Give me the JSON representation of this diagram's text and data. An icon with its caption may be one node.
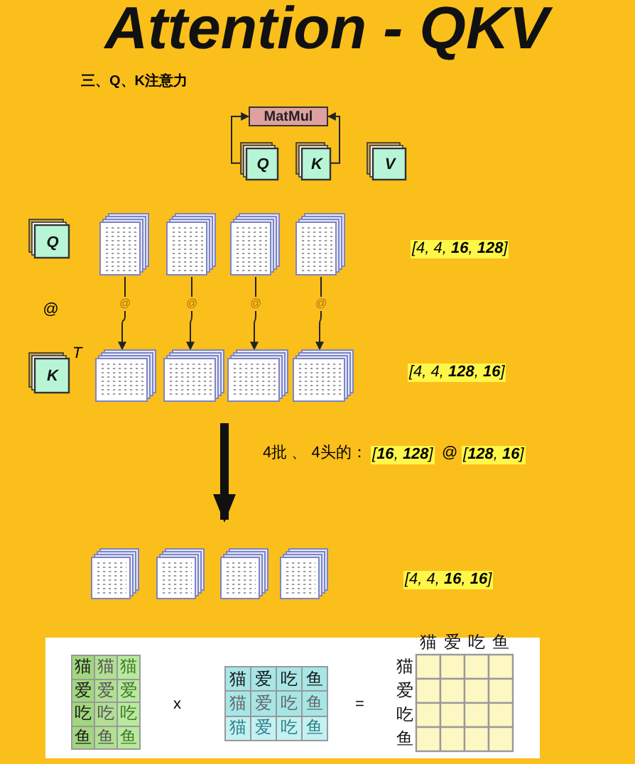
{
  "diagram": {
    "title": "Attention - QKV",
    "nodes": [
      {
        "text": [
          "MatMul"
        ]
      },
      {
        "text": [
          "Q"
        ]
      },
      {
        "text": [
          "K"
        ]
      },
      {
        "text": [
          "V"
        ]
      },
      {
        "text": [
          "Q"
        ]
      },
      {
        "text": [
          "K"
        ],
        "beside": [
          "T"
        ]
      },
      {
        "text": [],
        "shape": "box"
      },
      {
        "text": [],
        "shape": "box"
      },
      {
        "text": [],
        "shape": "box"
      },
      {
        "text": [],
        "shape": "box"
      },
      {
        "text": [],
        "shape": "box"
      },
      {
        "text": [],
        "shape": "box"
      },
      {
        "text": [],
        "shape": "box"
      },
      {
        "text": [],
        "shape": "box"
      },
      {
        "text": [],
        "shape": "box"
      },
      {
        "text": [],
        "shape": "box"
      },
      {
        "text": [],
        "shape": "box"
      },
      {
        "text": [],
        "shape": "box"
      }
    ],
    "edges": [
      {
        "from": 1,
        "to": 0,
        "arrow": "to"
      },
      {
        "from": 2,
        "to": 0,
        "arrow": "to"
      },
      {
        "from": 6,
        "to": 10,
        "arrow": "to",
        "label": "@"
      },
      {
        "from": 7,
        "to": 11,
        "arrow": "to",
        "label": "@"
      },
      {
        "from": 8,
        "to": 12,
        "arrow": "to",
        "label": "@"
      },
      {
        "from": 9,
        "to": 13,
        "arrow": "to",
        "label": "@"
      },
      {
        "from": null,
        "to": 16,
        "arrow": "to",
        "style": "thick"
      }
    ],
    "labels": [
      "三、Q、K注意力",
      "@",
      "[4, 4, **16**, **128**]",
      "[4, 4, **128**, **16**]",
      "4批 、 4头的：",
      "[**16**, **128**]",
      "@",
      "[**128**, **16**]",
      "[4, 4, **16**, **16**]",
      "猫",
      "猫",
      "猫",
      "爱",
      "爱",
      "爱",
      "吃",
      "吃",
      "吃",
      "鱼",
      "鱼",
      "鱼",
      "x",
      "猫",
      "爱",
      "吃",
      "鱼",
      "猫",
      "爱",
      "吃",
      "鱼",
      "猫",
      "爱",
      "吃",
      "鱼",
      "=",
      "猫",
      "爱",
      "吃",
      "鱼",
      "猫",
      "爱",
      "吃",
      "鱼"
    ]
  }
}
